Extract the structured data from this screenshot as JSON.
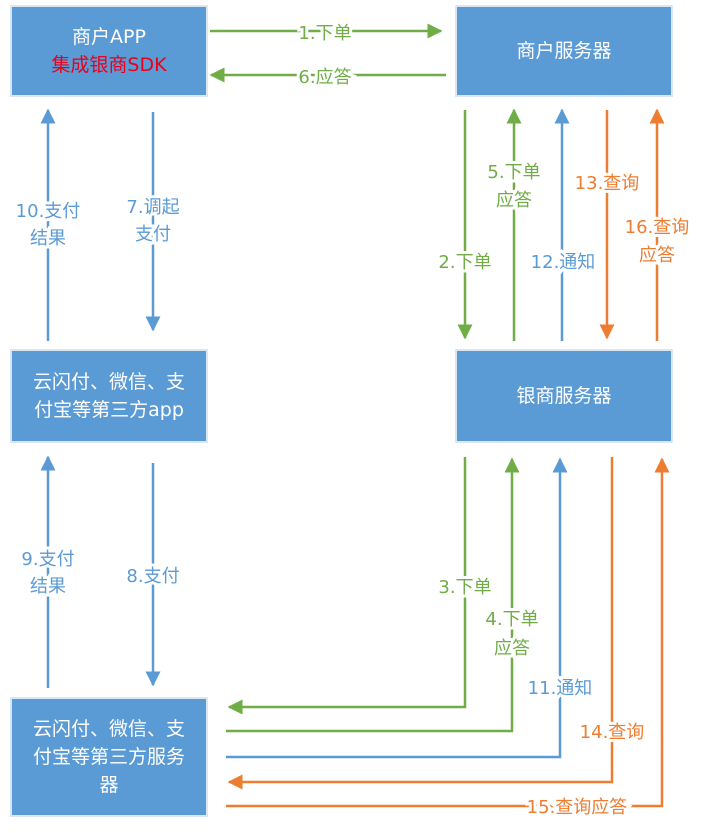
{
  "colors": {
    "box_fill": "#5b9bd5",
    "green": "#70ad47",
    "blue": "#5b9bd5",
    "orange": "#ed7d31",
    "sdk_red": "#e8001c"
  },
  "boxes": {
    "merchant_app": {
      "line1": "商户APP",
      "line2": "集成银商SDK"
    },
    "merchant_server": {
      "label": "商户服务器"
    },
    "third_party_app": {
      "line1": "云闪付、微信、支",
      "line2": "付宝等第三方app"
    },
    "unionpay_server": {
      "label": "银商服务器"
    },
    "third_party_server": {
      "line1": "云闪付、微信、支",
      "line2": "付宝等第三方服务",
      "line3": "器"
    }
  },
  "flows": {
    "s1": "1.下单",
    "s2": "2.下单",
    "s3": "3.下单",
    "s4_line1": "4.下单",
    "s4_line2": "应答",
    "s5_line1": "5.下单",
    "s5_line2": "应答",
    "s6": "6.应答",
    "s7_line1": "7.调起",
    "s7_line2": "支付",
    "s8": "8.支付",
    "s9_line1": "9.支付",
    "s9_line2": "结果",
    "s10_line1": "10.支付",
    "s10_line2": "结果",
    "s11": "11.通知",
    "s12": "12.通知",
    "s13": "13.查询",
    "s14": "14.查询",
    "s15": "15.查询应答",
    "s16_line1": "16.查询",
    "s16_line2": "应答"
  }
}
